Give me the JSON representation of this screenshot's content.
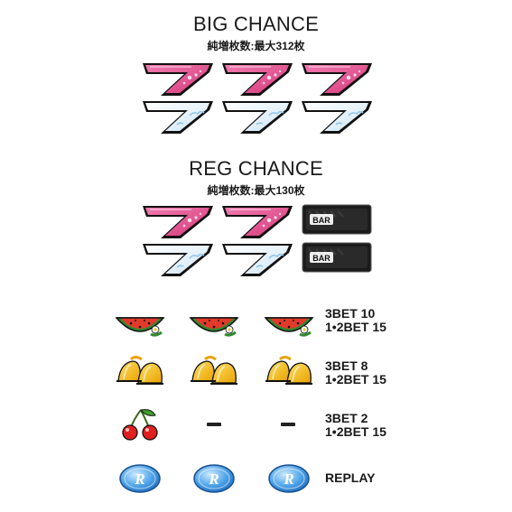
{
  "big": {
    "title": "BIG CHANCE",
    "subtitle": "純増枚数:最大312枚"
  },
  "reg": {
    "title": "REG CHANCE",
    "subtitle": "純増枚数:最大130枚"
  },
  "bar_label": "BAR",
  "rows": [
    {
      "icon": "watermelon-icon",
      "line1": "3BET 10",
      "line2": "1•2BET 15"
    },
    {
      "icon": "bell-icon",
      "line1": "3BET 8",
      "line2": "1•2BET 15"
    },
    {
      "icon": "cherry-icon",
      "line1": "3BET 2",
      "line2": "1•2BET 15"
    },
    {
      "icon": "replay-icon",
      "line1": "REPLAY",
      "line2": ""
    }
  ],
  "colors": {
    "pink_seven": "#e0508a",
    "blue_seven": "#e9f3fb",
    "outline": "#1c1c1c"
  }
}
